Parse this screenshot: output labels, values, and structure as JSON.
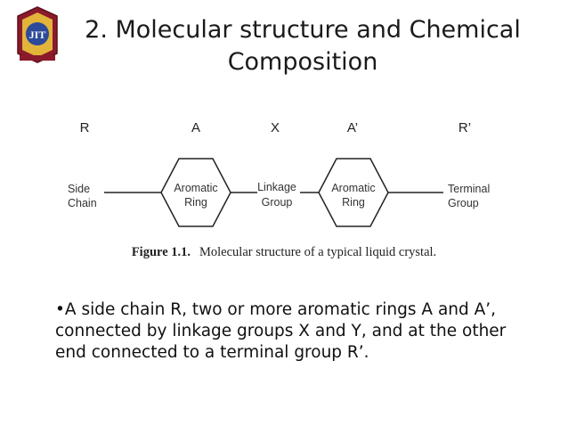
{
  "slide": {
    "title_line1": "2. Molecular structure and Chemical",
    "title_line2": "Composition",
    "bullet": "•A side chain R, two or more aromatic rings A and A’, connected by linkage groups X and Y, and at the other end connected to a terminal group R’."
  },
  "logo": {
    "text": "JIT",
    "colors": {
      "maroon": "#8b1a2b",
      "gold": "#e2b43a",
      "blue": "#2d4a9a"
    }
  },
  "diagram": {
    "top_labels": [
      "R",
      "A",
      "X",
      "A’",
      "R’"
    ],
    "side_chain": [
      "Side",
      "Chain"
    ],
    "ring1": [
      "Aromatic",
      "Ring"
    ],
    "linkage": [
      "Linkage",
      "Group"
    ],
    "ring2": [
      "Aromatic",
      "Ring"
    ],
    "terminal": [
      "Terminal",
      "Group"
    ]
  },
  "caption": {
    "figure": "Figure 1.1.",
    "text": "Molecular structure of a typical liquid crystal."
  }
}
